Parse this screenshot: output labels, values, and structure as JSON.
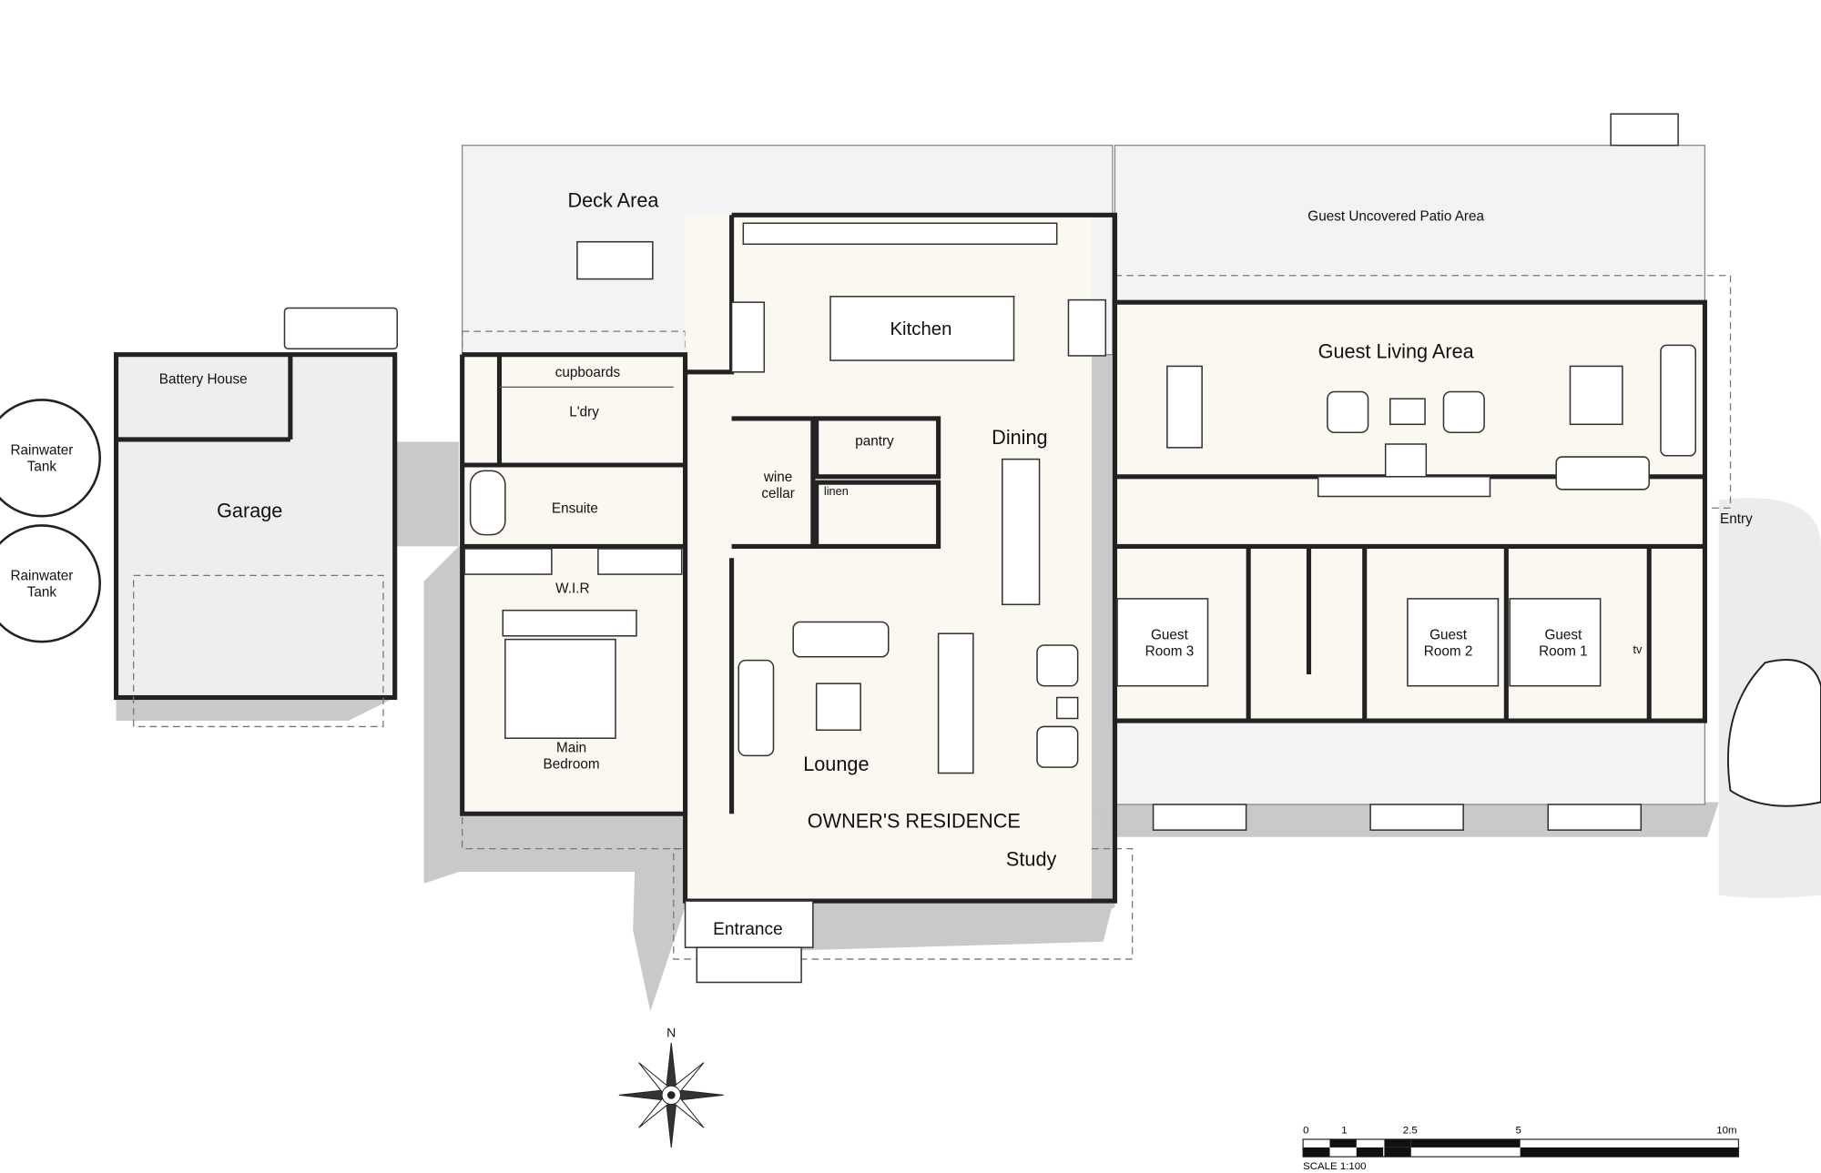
{
  "plan": {
    "title": "OWNER'S RESIDENCE",
    "rooms": {
      "deck_area": "Deck Area",
      "guest_patio": "Guest Uncovered Patio Area",
      "kitchen": "Kitchen",
      "guest_living": "Guest Living Area",
      "battery_house": "Battery House",
      "cupboards": "cupboards",
      "laundry": "L'dry",
      "pantry": "pantry",
      "dining": "Dining",
      "wine": "wine",
      "cellar": "cellar",
      "linen": "linen",
      "garage": "Garage",
      "ensuite": "Ensuite",
      "entry": "Entry",
      "wir": "W.I.R",
      "guest": "Guest",
      "room3": "Room 3",
      "room2": "Room 2",
      "room1": "Room 1",
      "tv": "tv",
      "main": "Main",
      "bedroom": "Bedroom",
      "lounge": "Lounge",
      "study": "Study",
      "entrance": "Entrance"
    },
    "tanks": {
      "line1": "Rainwater",
      "line2": "Tank"
    }
  },
  "compass": {
    "north": "N"
  },
  "scale_bar": {
    "ticks": [
      "0",
      "1",
      "2.5",
      "5",
      "10m"
    ],
    "caption": "SCALE 1:100"
  }
}
